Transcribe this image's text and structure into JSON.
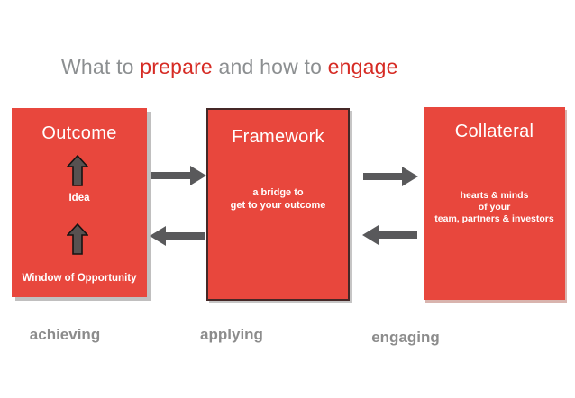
{
  "title": {
    "parts": [
      {
        "text": "What to ",
        "color": "#8c8f91"
      },
      {
        "text": "prepare",
        "color": "#d62b24"
      },
      {
        "text": " and how to ",
        "color": "#8c8f91"
      },
      {
        "text": "engage",
        "color": "#d62b24"
      }
    ]
  },
  "boxes": [
    {
      "heading": "Outcome",
      "idea_label": "Idea",
      "window_label": "Window of Opportunity",
      "bottom_label": "achieving"
    },
    {
      "heading": "Framework",
      "body": "a bridge to\nget to your outcome",
      "bottom_label": "applying"
    },
    {
      "heading": "Collateral",
      "body": "hearts & minds\nof your\nteam, partners & investors",
      "bottom_label": "engaging"
    }
  ],
  "icons": {
    "up_arrows": [
      "up-arrow-icon",
      "up-arrow-icon"
    ],
    "connectors": [
      "arrow-right-icon",
      "arrow-left-icon",
      "arrow-right-icon",
      "arrow-left-icon"
    ]
  },
  "colors": {
    "box_red": "#e8473d",
    "framework_border": "#452827",
    "title_red": "#d62b24",
    "title_gray": "#8c8f91",
    "bottom_label_gray": "#8c8c8c",
    "connector_arrow_gray": "#59595b",
    "up_arrow_fill": "#575150",
    "box_text": "#ffffff",
    "background": "#ffffff"
  }
}
